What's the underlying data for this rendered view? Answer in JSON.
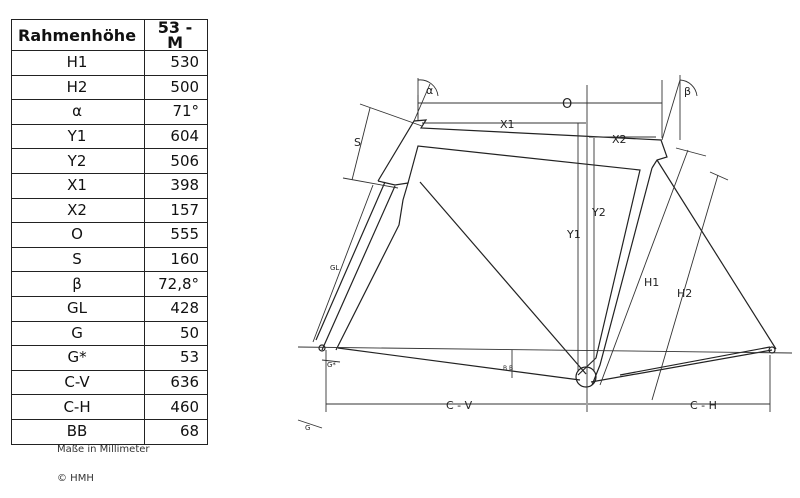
{
  "table": {
    "header_param": "Rahmenhöhe",
    "header_size": "53 - M",
    "rows": [
      {
        "param": "H1",
        "value": "530"
      },
      {
        "param": "H2",
        "value": "500"
      },
      {
        "param": "α",
        "value": "71°"
      },
      {
        "param": "Y1",
        "value": "604"
      },
      {
        "param": "Y2",
        "value": "506"
      },
      {
        "param": "X1",
        "value": "398"
      },
      {
        "param": "X2",
        "value": "157"
      },
      {
        "param": "O",
        "value": "555"
      },
      {
        "param": "S",
        "value": "160"
      },
      {
        "param": "β",
        "value": "72,8°"
      },
      {
        "param": "GL",
        "value": "428"
      },
      {
        "param": "G",
        "value": "50"
      },
      {
        "param": "G*",
        "value": "53"
      },
      {
        "param": "C-V",
        "value": "636"
      },
      {
        "param": "C-H",
        "value": "460"
      },
      {
        "param": "BB",
        "value": "68"
      }
    ]
  },
  "notes": {
    "units": "Maße in Millimeter",
    "copyright": "© HMH"
  },
  "diagram": {
    "labels": {
      "alpha": "α",
      "beta": "β",
      "O": "O",
      "X1": "X1",
      "X2": "X2",
      "S": "S",
      "Y1": "Y1",
      "Y2": "Y2",
      "H1": "H1",
      "H2": "H2",
      "GL": "GL",
      "G": "G",
      "G_star": "G*",
      "BB": "B B",
      "CV": "C - V",
      "CH": "C - H"
    }
  }
}
